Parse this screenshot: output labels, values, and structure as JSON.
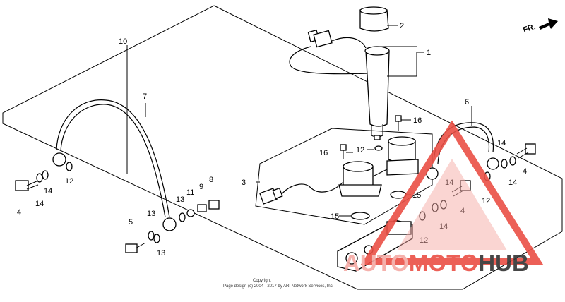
{
  "direction_label": "FR.",
  "callouts": {
    "c1": "1",
    "c2": "2",
    "c3": "3",
    "c4a": "4",
    "c4b": "4",
    "c4c": "4",
    "c5": "5",
    "c6": "6",
    "c7": "7",
    "c8": "8",
    "c9": "9",
    "c10": "10",
    "c11": "11",
    "c12a": "12",
    "c12b": "12",
    "c12c": "12",
    "c12d": "12",
    "c13a": "13",
    "c13b": "13",
    "c13c": "13",
    "c14a": "14",
    "c14b": "14",
    "c14c": "14",
    "c14d": "14",
    "c14e": "14",
    "c14f": "14",
    "c15a": "15",
    "c15b": "15",
    "c16a": "16",
    "c16b": "16"
  },
  "copyright": {
    "line1": "Copyright",
    "line2": "Page design (c) 2004 - 2017 by ARI Network Services, Inc."
  },
  "watermark": {
    "part1": "AUTO",
    "part2": "MOTO",
    "part3": "HUB",
    "color_light": "#f4a9a4",
    "color_main": "#ea4f45",
    "color_dark": "#333333"
  }
}
